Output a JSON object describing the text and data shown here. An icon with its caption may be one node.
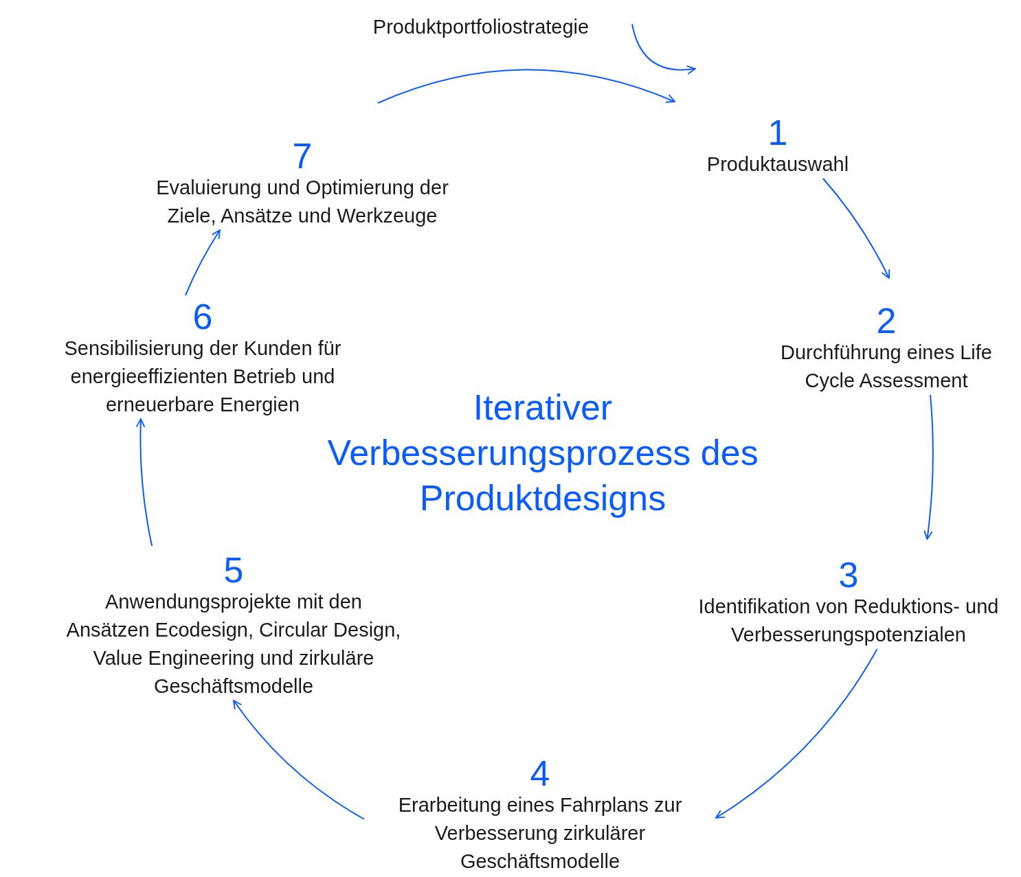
{
  "diagram": {
    "title": "Iterativer Verbesserungsprozess des Produktdesigns",
    "nodes": [
      {
        "text": [
          "Produktportfoliostrategie"
        ]
      },
      {
        "text": [
          "1",
          "Produktauswahl"
        ]
      },
      {
        "text": [
          "2",
          "Durchführung eines Life Cycle Assessment"
        ]
      },
      {
        "text": [
          "3",
          "Identifikation von Reduktions- und Verbesserungspotenzialen"
        ]
      },
      {
        "text": [
          "4",
          "Erarbeitung eines Fahrplans zur Verbesserung zirkulärer Geschäftsmodelle"
        ]
      },
      {
        "text": [
          "5",
          "Anwendungsprojekte mit den Ansätzen Ecodesign, Circular Design, Value Engineering und zirkuläre Geschäftsmodelle"
        ]
      },
      {
        "text": [
          "6",
          "Sensibilisierung der Kunden für energieeffizienten Betrieb und erneuerbare Energien"
        ]
      },
      {
        "text": [
          "7",
          "Evaluierung und Optimierung der Ziele, Ansätze und Werkzeuge"
        ]
      }
    ],
    "edges": [
      {
        "from": 0,
        "to": 1,
        "arrow": "to"
      },
      {
        "from": 7,
        "to": 1,
        "arrow": "to"
      },
      {
        "from": 1,
        "to": 2,
        "arrow": "to"
      },
      {
        "from": 2,
        "to": 3,
        "arrow": "to"
      },
      {
        "from": 3,
        "to": 4,
        "arrow": "to"
      },
      {
        "from": 4,
        "to": 5,
        "arrow": "to"
      },
      {
        "from": 5,
        "to": 6,
        "arrow": "to"
      },
      {
        "from": 6,
        "to": 7,
        "arrow": "to"
      }
    ]
  }
}
